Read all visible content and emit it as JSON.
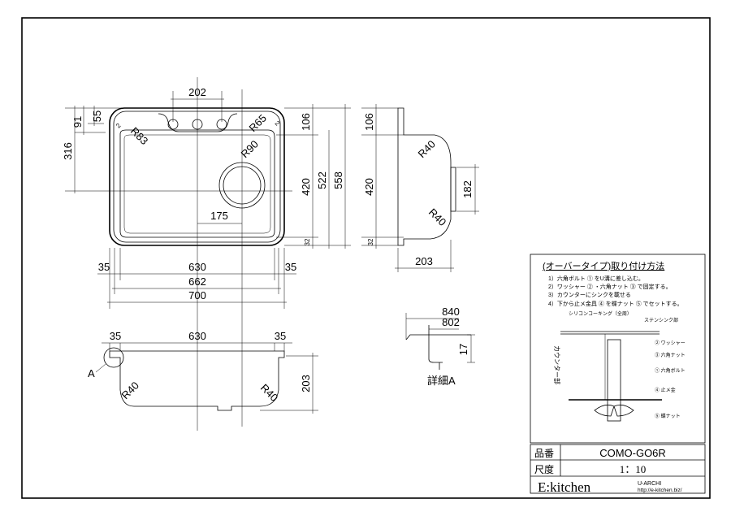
{
  "plan_view": {
    "dims": {
      "tap_spacing": "202",
      "d91": "91",
      "d55": "55",
      "d316": "316",
      "r83": "R83",
      "r65": "R65",
      "r90": "R90",
      "c2a": "2",
      "c2b": "2",
      "d175": "175",
      "d106": "106",
      "d420": "420",
      "d32": "32",
      "d522": "522",
      "d558": "558",
      "d35a": "35",
      "d630": "630",
      "d35b": "35",
      "d662": "662",
      "d700": "700"
    }
  },
  "side_view": {
    "dims": {
      "d106": "106",
      "d420": "420",
      "d32": "32",
      "r40a": "R40",
      "r40b": "R40",
      "d182": "182",
      "d203": "203"
    }
  },
  "section_view": {
    "dims": {
      "d35a": "35",
      "d630": "630",
      "d35b": "35",
      "d203": "203",
      "r40a": "R40",
      "r40b": "R40"
    },
    "detail_marker": "A"
  },
  "detail_a": {
    "d840": "840",
    "d802": "802",
    "d17": "17",
    "label": "詳細A"
  },
  "install": {
    "title": "(オーバータイプ)取り付け方法",
    "steps": [
      "1）六角ボルト ① をU溝に差し込む。",
      "2）ワッシャー ② ・六角ナット ③ で固定する。",
      "3）カウンターにシンクを載せる",
      "4）下から止メ金具 ④ を蝶ナット ⑤ でセットする。"
    ],
    "callouts": {
      "caulking": "シリコンコーキング（全周）",
      "sink": "ステンシンク部",
      "counter": "カウンター部",
      "washer": "② ワッシャー",
      "nut": "③ 六角ナット",
      "bolt": "① 六角ボルト",
      "bracket": "④ 止メ金",
      "wingnut": "⑤ 蝶ナット"
    }
  },
  "title_block": {
    "part_no_label": "品番",
    "part_no": "COMO-GO6R",
    "scale_label": "尺度",
    "scale": "1：10",
    "brand": "E:kitchen",
    "maker": "U-ARCHI",
    "url": "http://e-kitchen.biz/"
  }
}
